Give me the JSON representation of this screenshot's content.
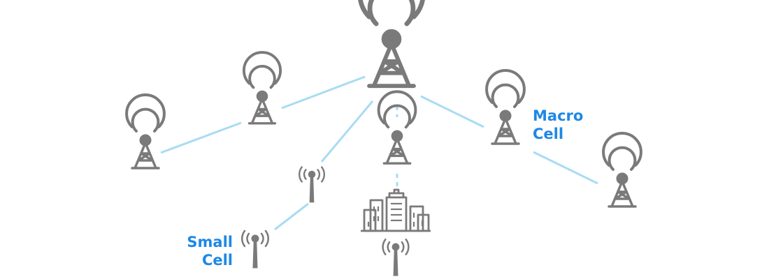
{
  "diagram": {
    "labels": {
      "macro_cell": [
        "Macro",
        "Cell"
      ],
      "small_cell": [
        "Small",
        "Cell"
      ]
    }
  },
  "colors": {
    "icon": "#7a7a7a",
    "link": "#a8dcf2",
    "label": "#1e88e5",
    "background": "#ffffff"
  },
  "icons": {
    "main_tower": "cell-tower-icon",
    "macro_tower": "cell-tower-icon",
    "small_tower": "small-antenna-icon",
    "building": "city-buildings-icon"
  }
}
